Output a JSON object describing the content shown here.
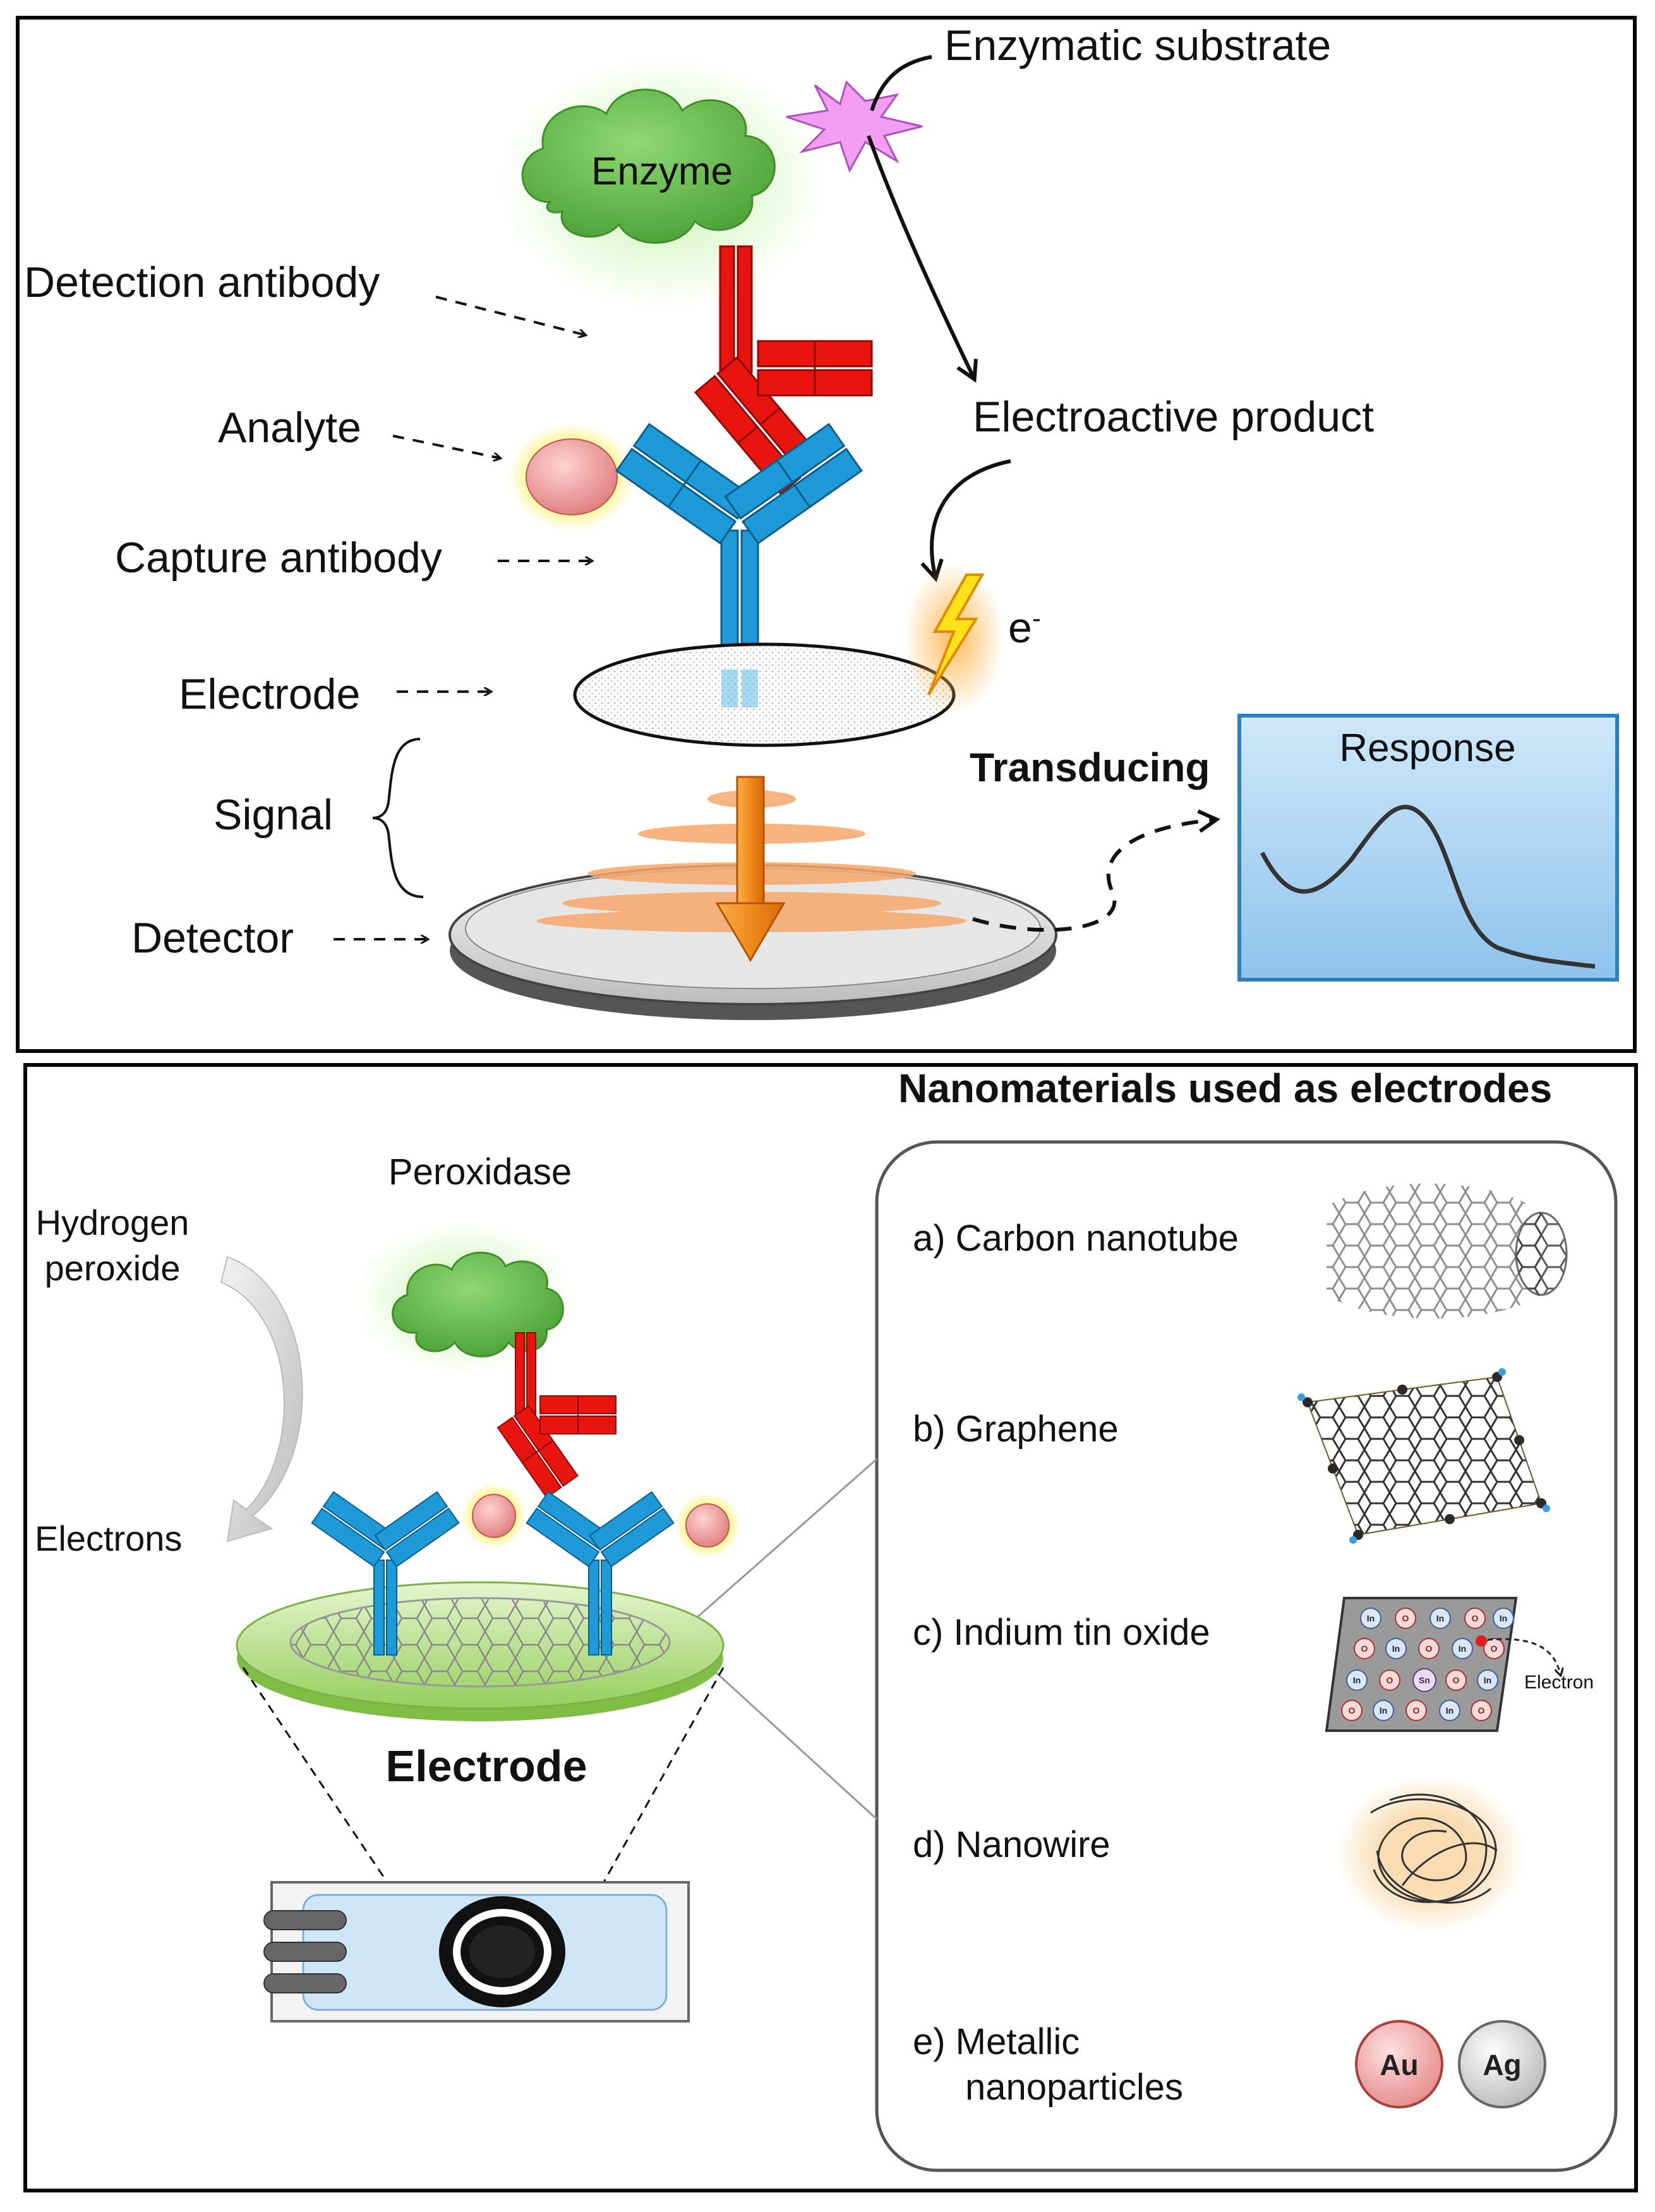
{
  "top_panel": {
    "enzymatic_substrate": "Enzymatic substrate",
    "enzyme": "Enzyme",
    "detection_antibody": "Detection antibody",
    "analyte": "Analyte",
    "electroactive_product": "Electroactive product",
    "capture_antibody": "Capture antibody",
    "electron_symbol": "e",
    "electron_charge": "-",
    "electrode": "Electrode",
    "transducing": "Transducing",
    "response": "Response",
    "signal": "Signal",
    "detector": "Detector"
  },
  "bottom_panel": {
    "title": "Nanomaterials used as electrodes",
    "peroxidase": "Peroxidase",
    "hydrogen_peroxide_line1": "Hydrogen",
    "hydrogen_peroxide_line2": "peroxide",
    "electrons": "Electrons",
    "electrode": "Electrode",
    "materials": [
      {
        "label": "a) Carbon nanotube"
      },
      {
        "label": "b) Graphene"
      },
      {
        "label": "c) Indium tin oxide"
      },
      {
        "label": "d) Nanowire"
      },
      {
        "label_line1": "e) Metallic",
        "label_line2": "nanoparticles"
      }
    ],
    "ito_electron": "Electron",
    "ito_atoms": [
      "In",
      "O",
      "Sn"
    ],
    "nanoparticles": [
      "Au",
      "Ag"
    ]
  },
  "colors": {
    "antibody_detection": "#e8150f",
    "antibody_capture": "#1f9ad8",
    "enzyme": "#62b84a",
    "analyte": "#f2a6a6",
    "signal": "#f7a86b",
    "arrow_orange": "#f08a1c",
    "response_box": "#a9d3f1",
    "electrode_green": "#9fd26b"
  }
}
